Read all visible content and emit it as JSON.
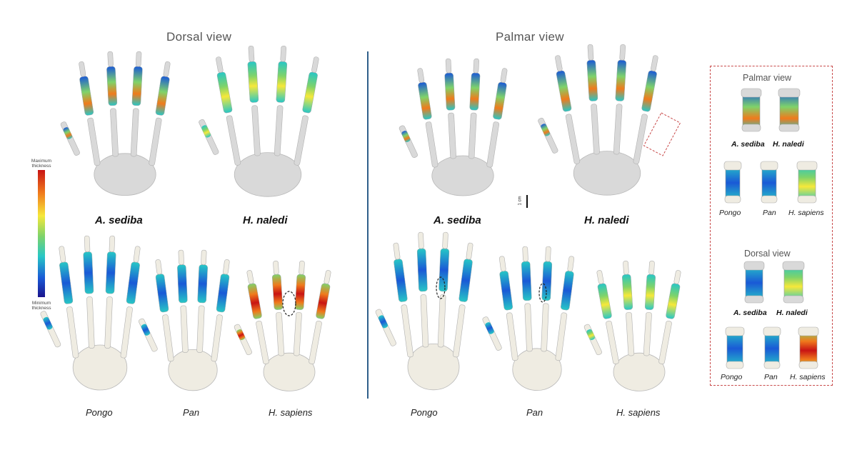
{
  "sections": {
    "dorsal_title": "Dorsal view",
    "palmar_title": "Palmar view"
  },
  "legend": {
    "max_label": "Maximum thickness",
    "min_label": "Minimum thickness",
    "colors": [
      "#c81414",
      "#f07a1c",
      "#f6e83a",
      "#7fd36a",
      "#27c7c6",
      "#1a59d6",
      "#1b148c"
    ]
  },
  "dorsal": {
    "top": [
      "A. sediba",
      "H. naledi"
    ],
    "bottom": [
      "Pongo",
      "Pan",
      "H. sapiens"
    ]
  },
  "palmar": {
    "top": [
      "A. sediba",
      "H. naledi"
    ],
    "bottom": [
      "Pongo",
      "Pan",
      "H. sapiens"
    ]
  },
  "scale_bar_label": "1 cm",
  "inset": {
    "palmar_title": "Palmar view",
    "dorsal_title": "Dorsal view",
    "palmar_top": [
      "A. sediba",
      "H. naledi"
    ],
    "palmar_bottom": [
      "Pongo",
      "Pan",
      "H. sapiens"
    ],
    "dorsal_top": [
      "A. sediba",
      "H. naledi"
    ],
    "dorsal_bottom": [
      "Pongo",
      "Pan",
      "H. sapiens"
    ]
  }
}
